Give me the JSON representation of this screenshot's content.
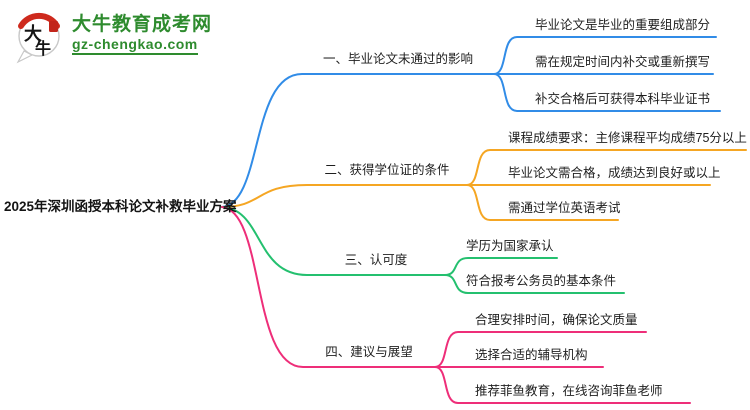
{
  "logo": {
    "icon_text_top": "大",
    "icon_text_bottom": "牛",
    "site_name": "大牛教育成考网",
    "site_url": "gz-chengkao.com",
    "brand_green": "#2E8B2E",
    "seal_red": "#C2251B",
    "arc_red": "#CE2A1D"
  },
  "colors": {
    "branch1": "#318CE7",
    "branch2": "#F5A623",
    "branch3": "#24C06F",
    "branch4": "#EE2E79",
    "text": "#1E1E1E"
  },
  "mindmap": {
    "root": "2025年深圳函授本科论文补救毕业方案",
    "branches": [
      {
        "label": "一、毕业论文未通过的影响",
        "children": [
          "毕业论文是毕业的重要组成部分",
          "需在规定时间内补交或重新撰写",
          "补交合格后可获得本科毕业证书"
        ]
      },
      {
        "label": "二、获得学位证的条件",
        "children": [
          "课程成绩要求：主修课程平均成绩75分以上",
          "毕业论文需合格，成绩达到良好或以上",
          "需通过学位英语考试"
        ]
      },
      {
        "label": "三、认可度",
        "children": [
          "学历为国家承认",
          "符合报考公务员的基本条件"
        ]
      },
      {
        "label": "四、建议与展望",
        "children": [
          "合理安排时间，确保论文质量",
          "选择合适的辅导机构",
          "推荐菲鱼教育，在线咨询菲鱼老师"
        ]
      }
    ]
  }
}
